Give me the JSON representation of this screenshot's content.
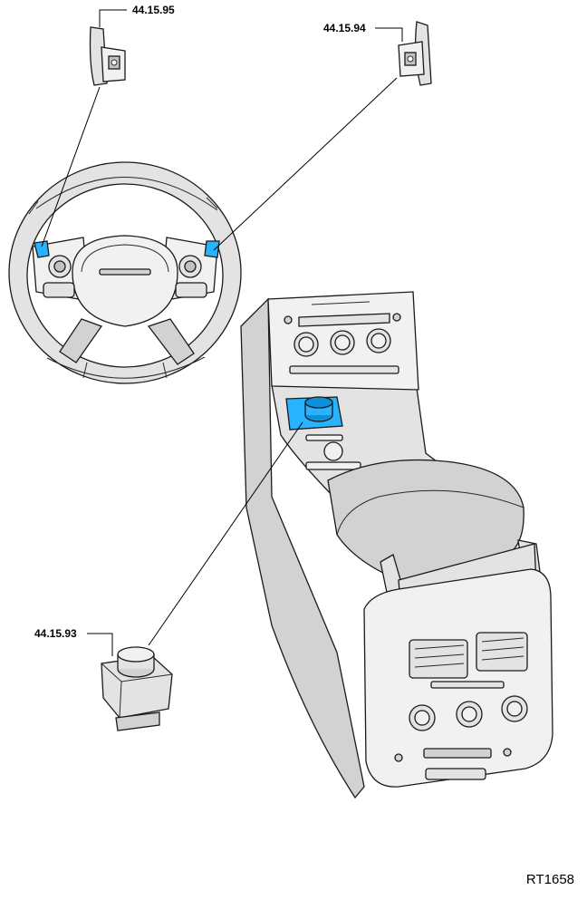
{
  "callouts": [
    {
      "id": "paddle_left",
      "code": "44.15.95"
    },
    {
      "id": "paddle_right",
      "code": "44.15.94"
    },
    {
      "id": "rotary_selector",
      "code": "44.15.93"
    }
  ],
  "figure_reference": "RT1658",
  "colors": {
    "highlight": "#29b3ff",
    "highlight_dark": "#0f8fd9",
    "part_fill": "#e6e6e6",
    "outline": "#1a1a1a"
  }
}
